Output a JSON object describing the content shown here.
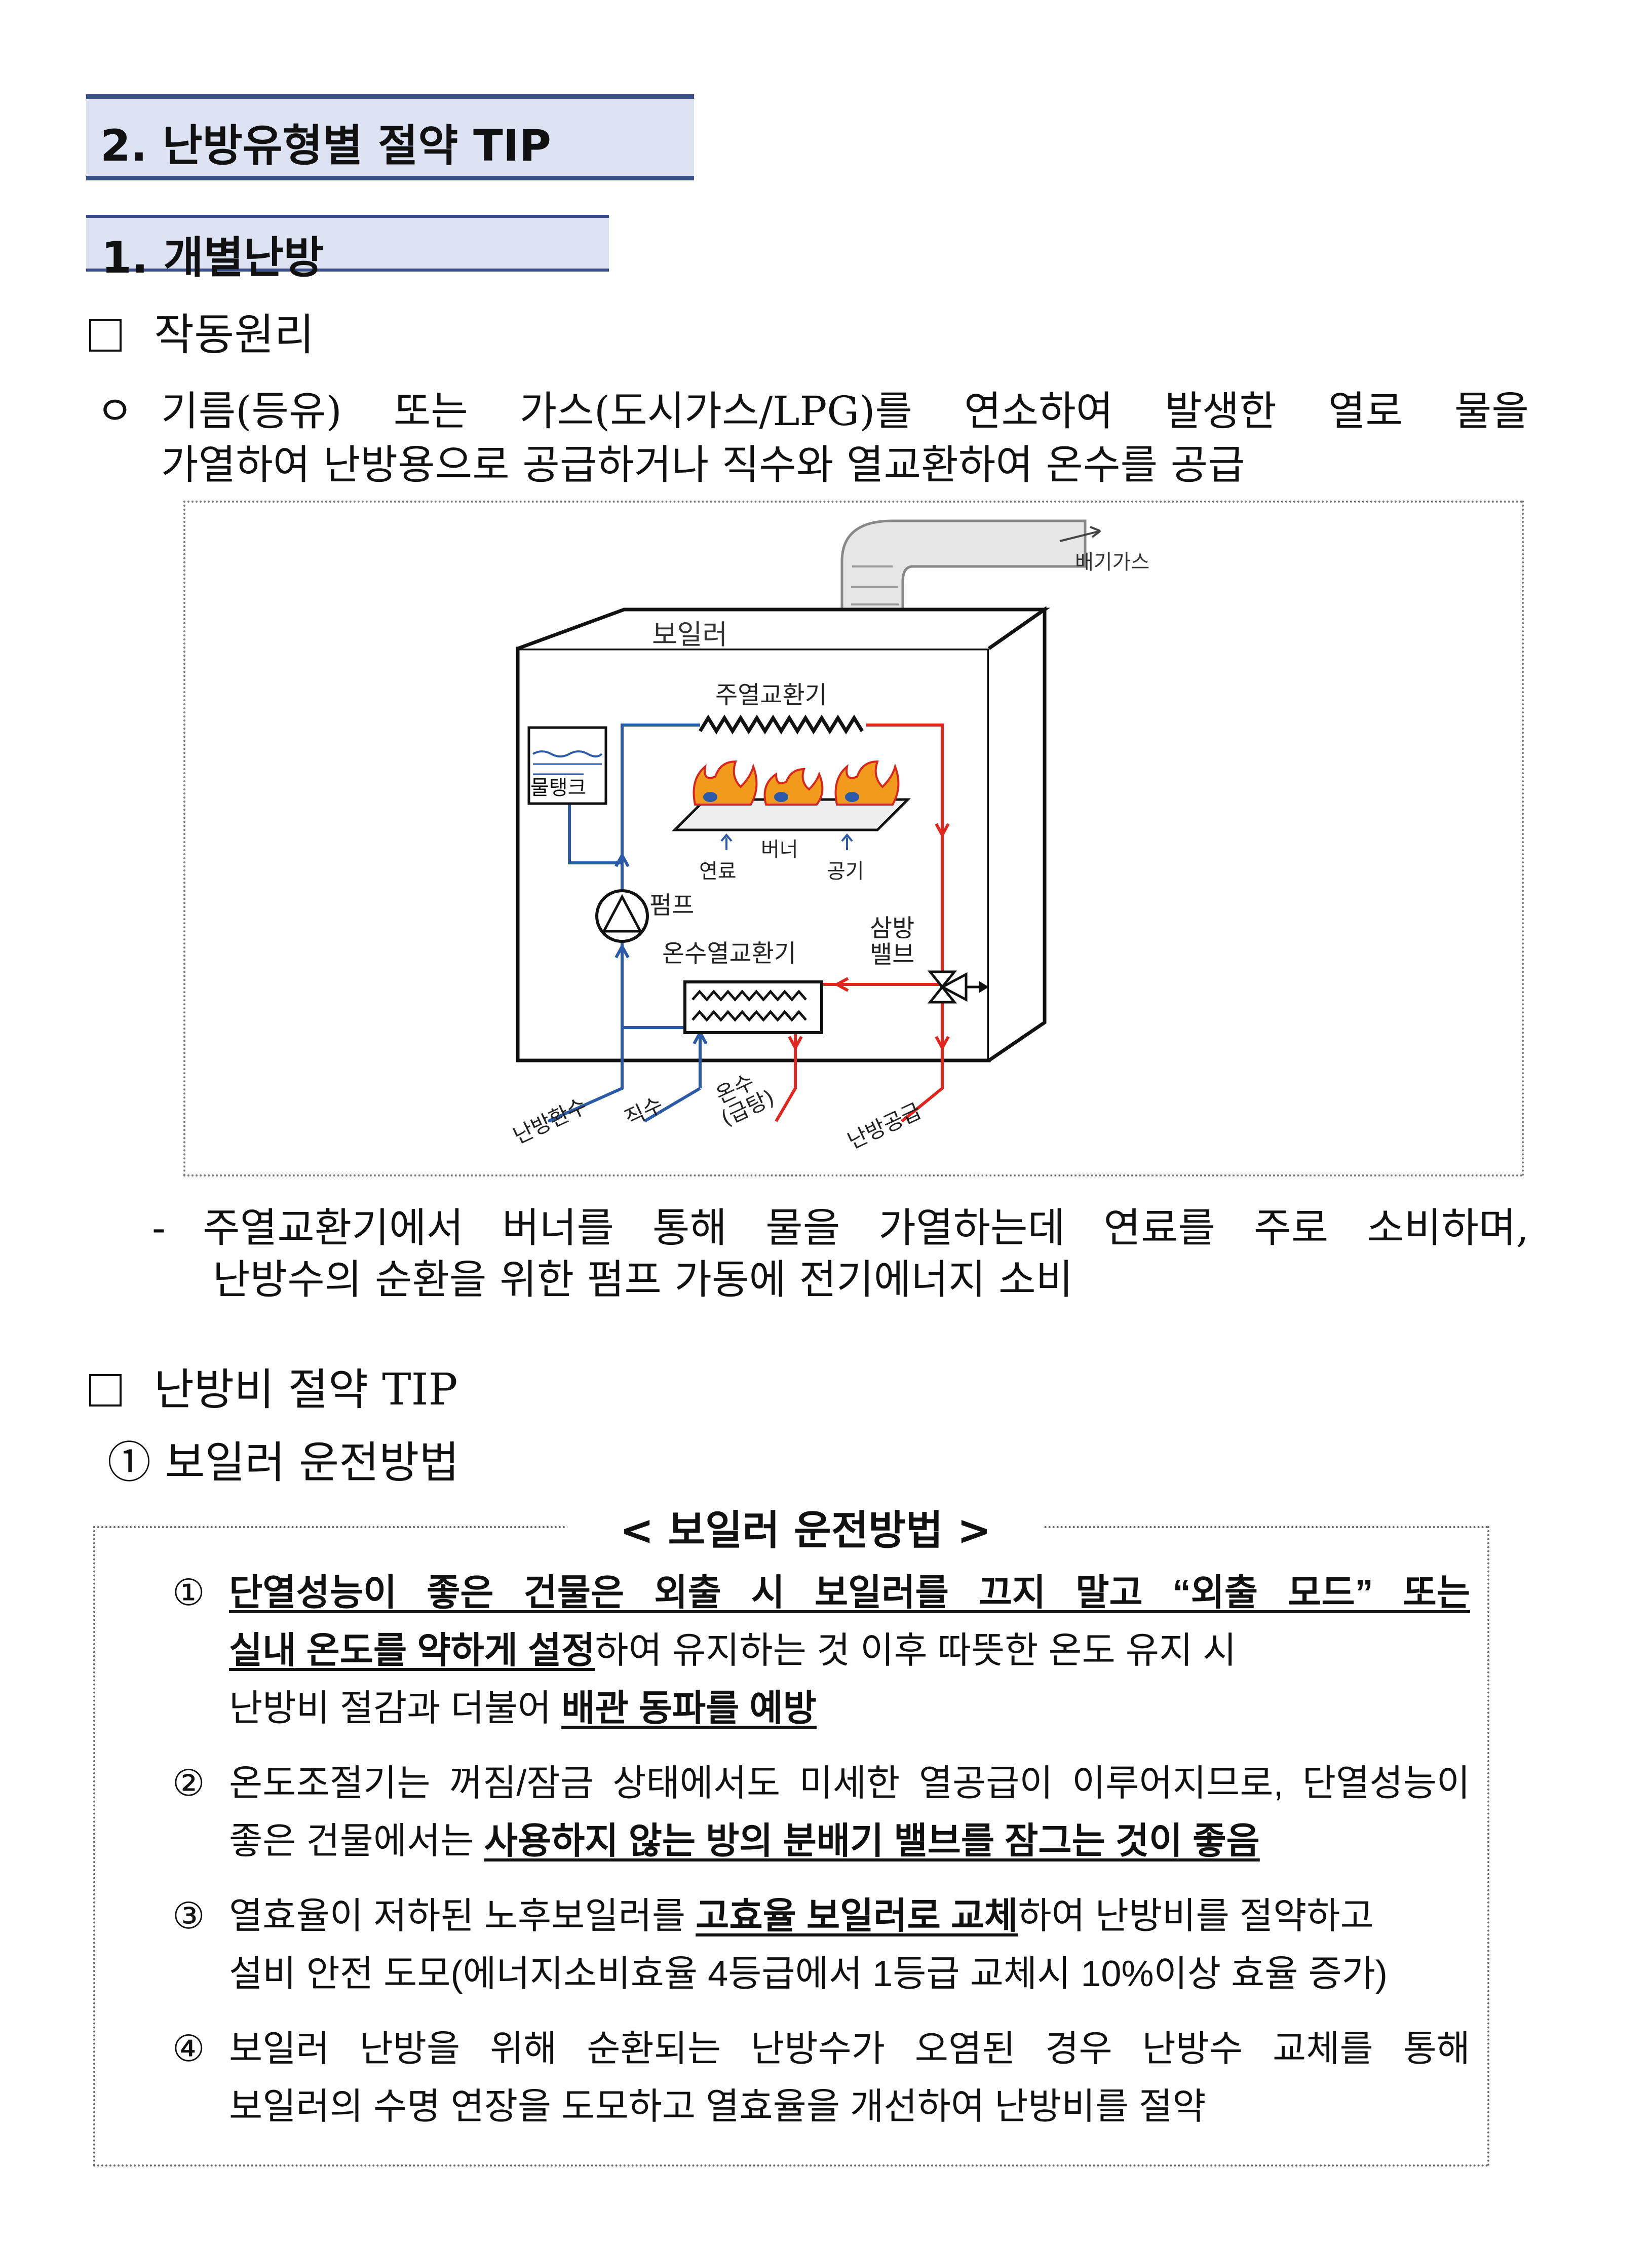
{
  "heading_main": "2. 난방유형별 절약 TIP",
  "heading_sub": "1. 개별난방",
  "section1": {
    "title": "작동원리",
    "bullet": "ㅇ",
    "para_line1": "기름(등유) 또는 가스(도시가스/LPG)를 연소하여 발생한 열로 물을",
    "para_line2": "가열하여 난방용으로 공급하거나 직수와 열교환하여 온수를 공급"
  },
  "diagram": {
    "exhaust": "배기가스",
    "boiler": "보일러",
    "main_hx": "주열교환기",
    "water_tank": "물탱크",
    "burner": "버너",
    "fuel": "연료",
    "air": "공기",
    "pump": "펌프",
    "three_way_1": "삼방",
    "three_way_2": "밸브",
    "hot_water_hx": "온수열교환기",
    "heating_return": "난방환수",
    "direct_water": "직수",
    "hot_water_1": "온수",
    "hot_water_2": "(급탕)",
    "heating_supply": "난방공급",
    "colors": {
      "hot": "#e0261e",
      "cold": "#2a5aa8",
      "line": "#111111"
    }
  },
  "note": {
    "dash": "-",
    "line1": "주열교환기에서 버너를 통해 물을 가열하는데 연료를 주로 소비하며,",
    "line2": "난방수의 순환을 위한 펌프 가동에 전기에너지 소비"
  },
  "section2": {
    "title": "난방비 절약 TIP",
    "sub": "① 보일러 운전방법"
  },
  "tipbox": {
    "title": "< 보일러 운전방법 >",
    "items": [
      {
        "num": "①",
        "l1_u": "단열성능이 좋은 건물은 외출 시 보일러를 끄지 말고 “외출 모드” 또는",
        "l2_u": "실내 온도를 약하게 설정",
        "l2_t": "하여 유지하는 것 이후 따뜻한 온도 유지 시",
        "l3_t": "난방비 절감과 더불어 ",
        "l3_u": "배관 동파를 예방"
      },
      {
        "num": "②",
        "l1_t": "온도조절기는 꺼짐/잠금 상태에서도 미세한 열공급이 이루어지므로, 단열성능이",
        "l2_t": "좋은 건물에서는 ",
        "l2_u": "사용하지 않는 방의 분배기 밸브를 잠그는 것이 좋음"
      },
      {
        "num": "③",
        "l1_t": "열효율이 저하된 노후보일러를 ",
        "l1_u": "고효율 보일러로 교체",
        "l1_t2": "하여 난방비를 절약하고",
        "l2_t": "설비 안전 도모(에너지소비효율 4등급에서 1등급 교체시 10%이상 효율 증가)"
      },
      {
        "num": "④",
        "l1_t": "보일러 난방을 위해 순환되는 난방수가 오염된 경우 난방수 교체를 통해",
        "l2_t": "보일러의 수명 연장을 도모하고 열효율을 개선하여 난방비를 절약"
      }
    ]
  }
}
